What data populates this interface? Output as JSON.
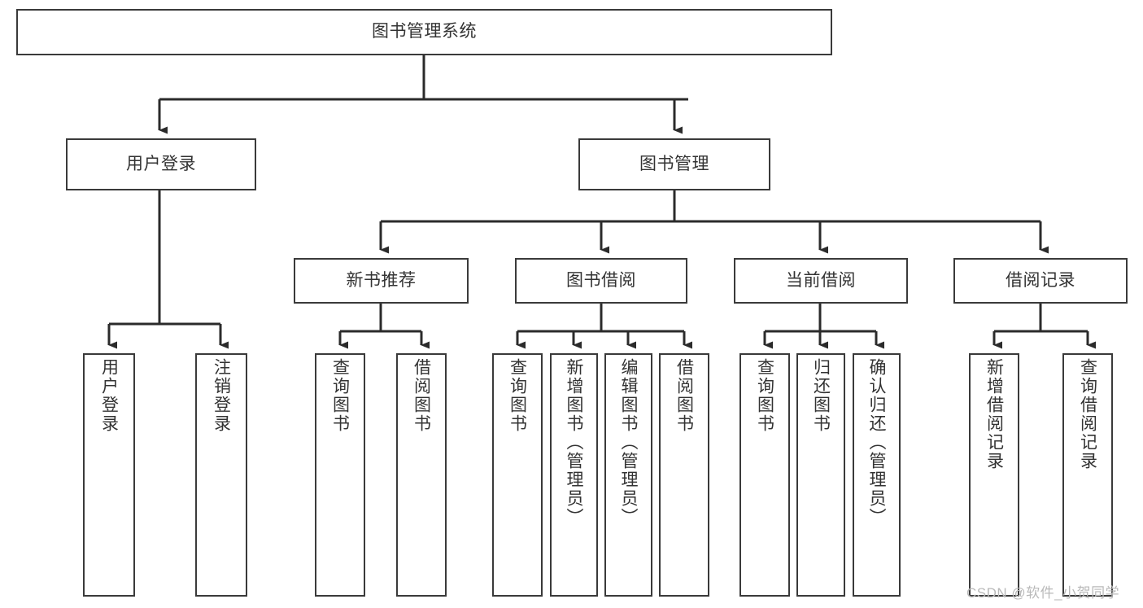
{
  "diagram": {
    "title": "图书管理系统",
    "type": "tree",
    "colors": {
      "box_border": "#3a3a3a",
      "box_fill": "#ffffff",
      "text": "#333333",
      "connector": "#2b2b2b",
      "background": "#ffffff",
      "watermark": "#b9b9b9"
    }
  },
  "nodes": {
    "root": {
      "label": "图书管理系统",
      "level": 0
    },
    "level1": [
      {
        "id": "user-login",
        "label": "用户登录"
      },
      {
        "id": "book-manage",
        "label": "图书管理"
      }
    ],
    "level2": [
      {
        "id": "new-book-recommend",
        "label": "新书推荐",
        "parent": "book-manage"
      },
      {
        "id": "book-borrow",
        "label": "图书借阅",
        "parent": "book-manage"
      },
      {
        "id": "current-borrow",
        "label": "当前借阅",
        "parent": "book-manage"
      },
      {
        "id": "borrow-record",
        "label": "借阅记录",
        "parent": "book-manage"
      }
    ],
    "leaves": [
      {
        "id": "leaf-user-login",
        "label": "用户登录",
        "parent": "user-login"
      },
      {
        "id": "leaf-logout",
        "label": "注销登录",
        "parent": "user-login"
      },
      {
        "id": "leaf-query-book-1",
        "label": "查询图书",
        "parent": "new-book-recommend"
      },
      {
        "id": "leaf-borrow-book-1",
        "label": "借阅图书",
        "parent": "new-book-recommend"
      },
      {
        "id": "leaf-query-book-2",
        "label": "查询图书",
        "parent": "book-borrow"
      },
      {
        "id": "leaf-add-book",
        "label": "新增图书（管理员）",
        "parent": "book-borrow"
      },
      {
        "id": "leaf-edit-book",
        "label": "编辑图书（管理员）",
        "parent": "book-borrow"
      },
      {
        "id": "leaf-borrow-book-2",
        "label": "借阅图书",
        "parent": "book-borrow"
      },
      {
        "id": "leaf-query-book-3",
        "label": "查询图书",
        "parent": "current-borrow"
      },
      {
        "id": "leaf-return-book",
        "label": "归还图书",
        "parent": "current-borrow"
      },
      {
        "id": "leaf-confirm-return",
        "label": "确认归还（管理员）",
        "parent": "current-borrow"
      },
      {
        "id": "leaf-add-record",
        "label": "新增借阅记录",
        "parent": "borrow-record"
      },
      {
        "id": "leaf-query-record",
        "label": "查询借阅记录",
        "parent": "borrow-record"
      }
    ]
  },
  "watermark": {
    "text": "CSDN @软件_小贺同学"
  }
}
